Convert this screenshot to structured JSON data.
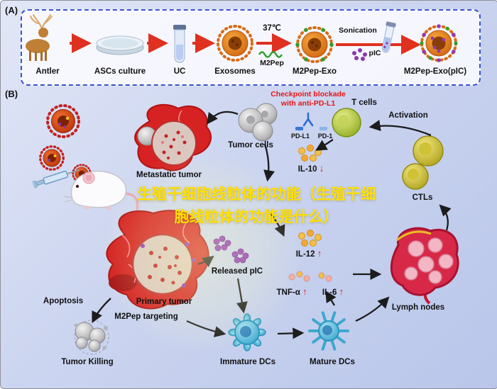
{
  "panel_a": {
    "label": "(A)",
    "items": {
      "antler": "Antler",
      "ascs_culture": "ASCs culture",
      "uc": "UC",
      "exosomes": "Exosomes",
      "m2pep_exo": "M2Pep-Exo",
      "m2pep_exo_pic": "M2Pep-Exo(pIC)"
    },
    "annotations": {
      "temperature": "37℃",
      "m2pep": "M2Pep",
      "sonication": "Sonication",
      "pic": "pIC"
    }
  },
  "panel_b": {
    "label": "(B)",
    "checkpoint_line1": "Checkpoint blockade",
    "checkpoint_line2": "with anti-PD-L1",
    "t_cells": "T cells",
    "tumor_cells": "Tumor cells",
    "pd_l1": "PD-L1",
    "pd_1": "PD-1",
    "activation": "Activation",
    "metastatic_tumor": "Metastatic tumor",
    "ctls": "CTLs",
    "il_10": "IL-10",
    "il_12": "IL-12",
    "tnf_alpha": "TNF-α",
    "il_6": "IL-6",
    "released_pic": "Released pIC",
    "lymph_nodes": "Lymph nodes",
    "apoptosis": "Apoptosis",
    "primary_tumor": "Primary tumor",
    "m2pep_targeting": "M2Pep targeting",
    "tumor_killing": "Tumor Killing",
    "immature_dcs": "Immature DCs",
    "mature_dcs": "Mature DCs",
    "up_arrow": "↑",
    "down_arrow": "↓"
  },
  "watermark": {
    "text": "生殖干细胞线粒体的功能（生殖干细胞线粒体的功能是什么）",
    "color": "#ffdf00"
  },
  "colors": {
    "arrow_red": "#e03020",
    "checkpoint_red": "#e51616",
    "panel_border_blue": "#3d52cc"
  }
}
